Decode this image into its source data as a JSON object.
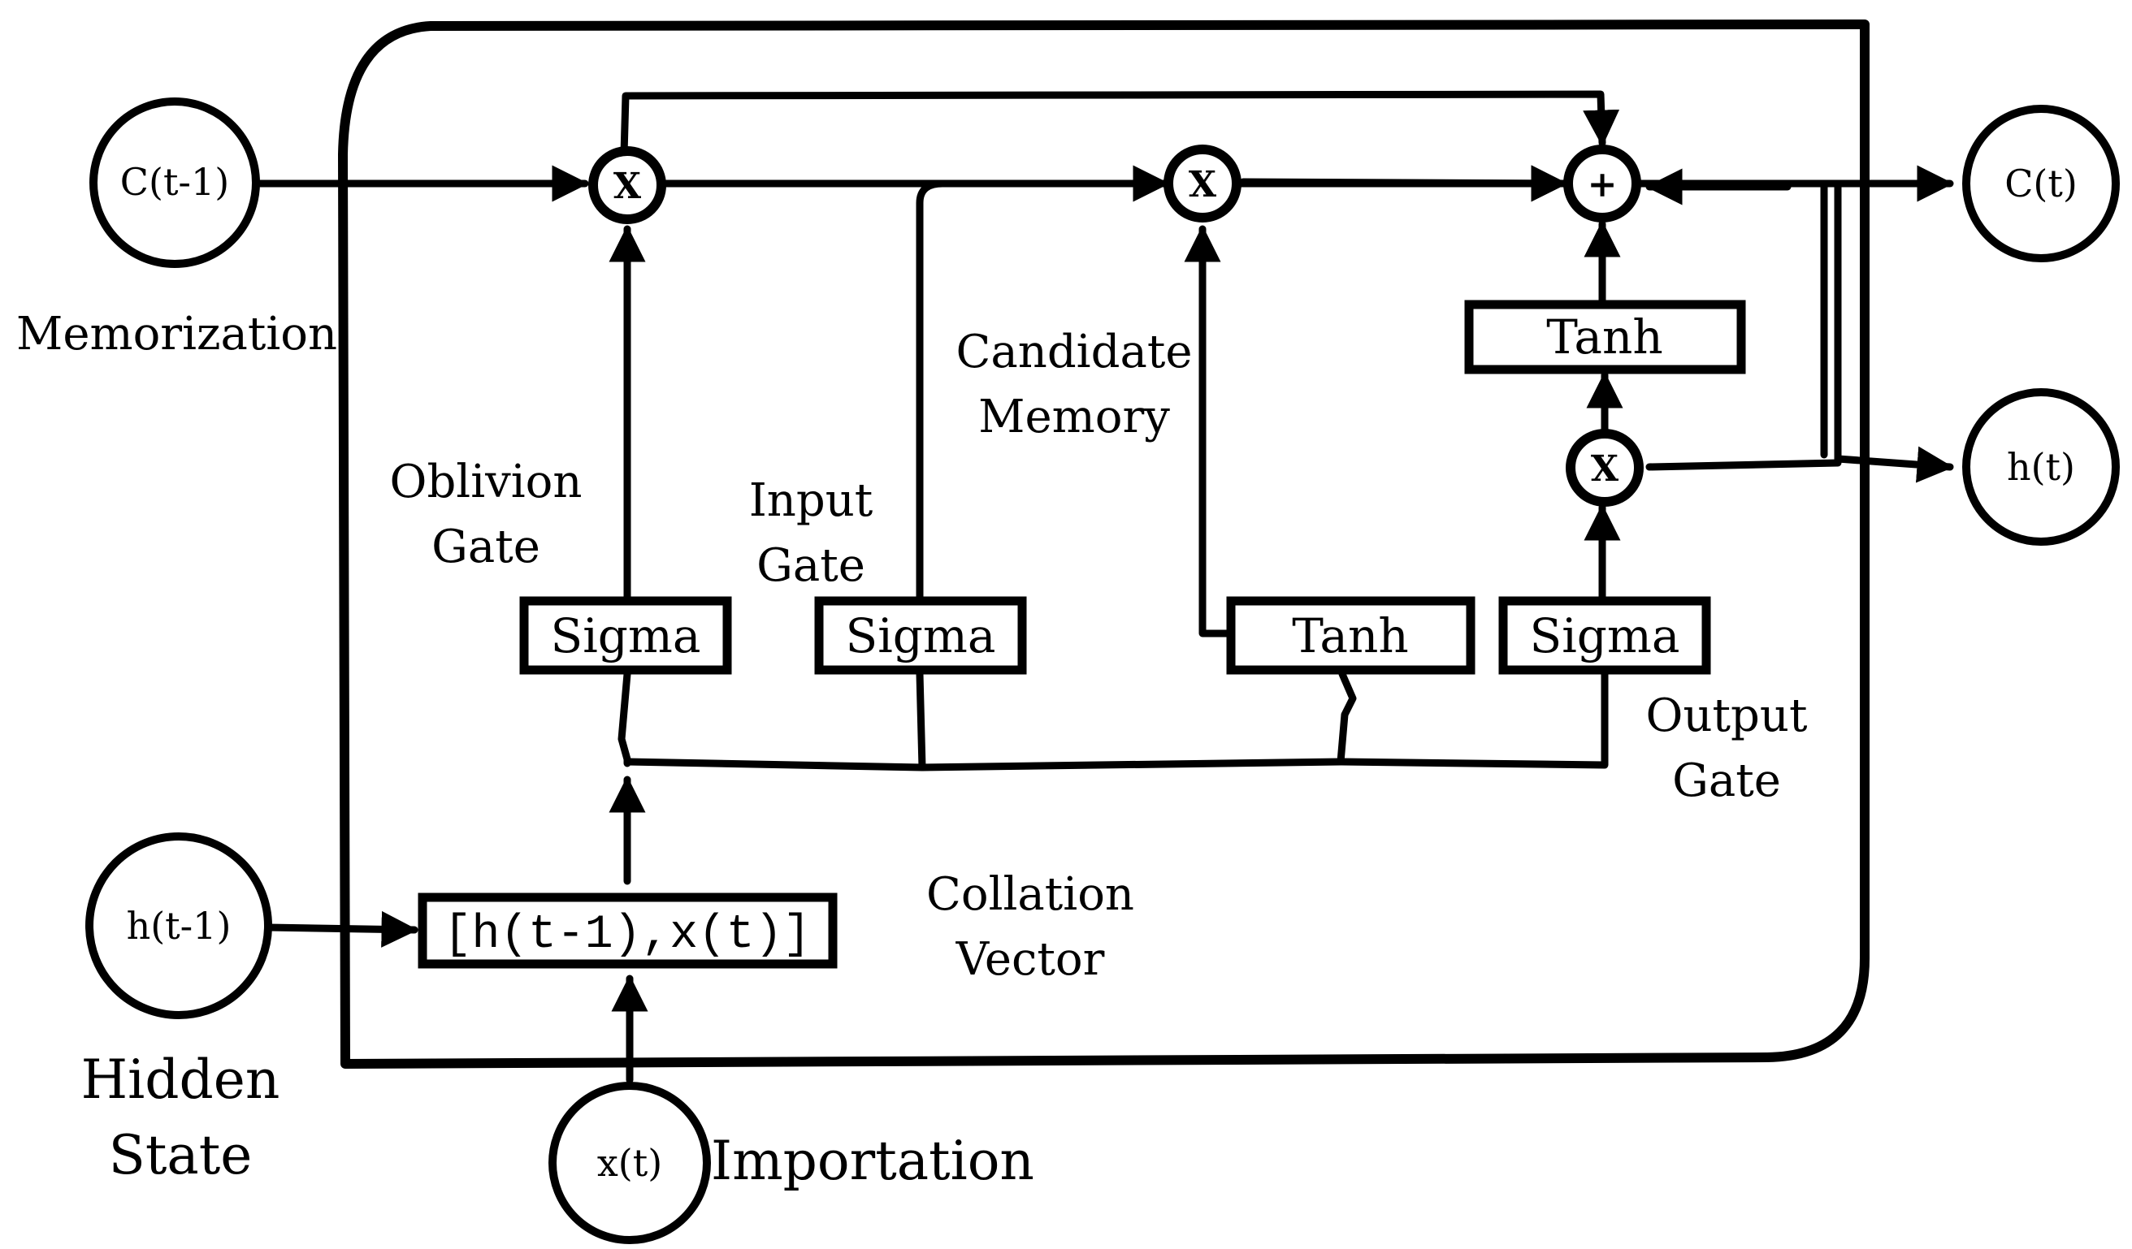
{
  "nodes": {
    "c_prev": "C(t-1)",
    "c_out": "C(t)",
    "h_prev": "h(t-1)",
    "h_out": "h(t)",
    "x_in": "x(t)"
  },
  "operators": {
    "multiply": "X",
    "add": "+"
  },
  "boxes": {
    "forget_sigma": "Sigma",
    "input_sigma": "Sigma",
    "candidate_tanh": "Tanh",
    "output_sigma": "Sigma",
    "cell_tanh": "Tanh",
    "concat": "[h(t-1),x(t)]"
  },
  "labels": {
    "memorization": "Memorization",
    "oblivion_gate": [
      "Oblivion",
      "Gate"
    ],
    "input_gate": [
      "Input",
      "Gate"
    ],
    "candidate_memory": [
      "Candidate",
      "Memory"
    ],
    "output_gate": [
      "Output",
      "Gate"
    ],
    "collation_vector": [
      "Collation",
      "Vector"
    ],
    "hidden_state": [
      "Hidden",
      "State"
    ],
    "importation": "Importation"
  }
}
